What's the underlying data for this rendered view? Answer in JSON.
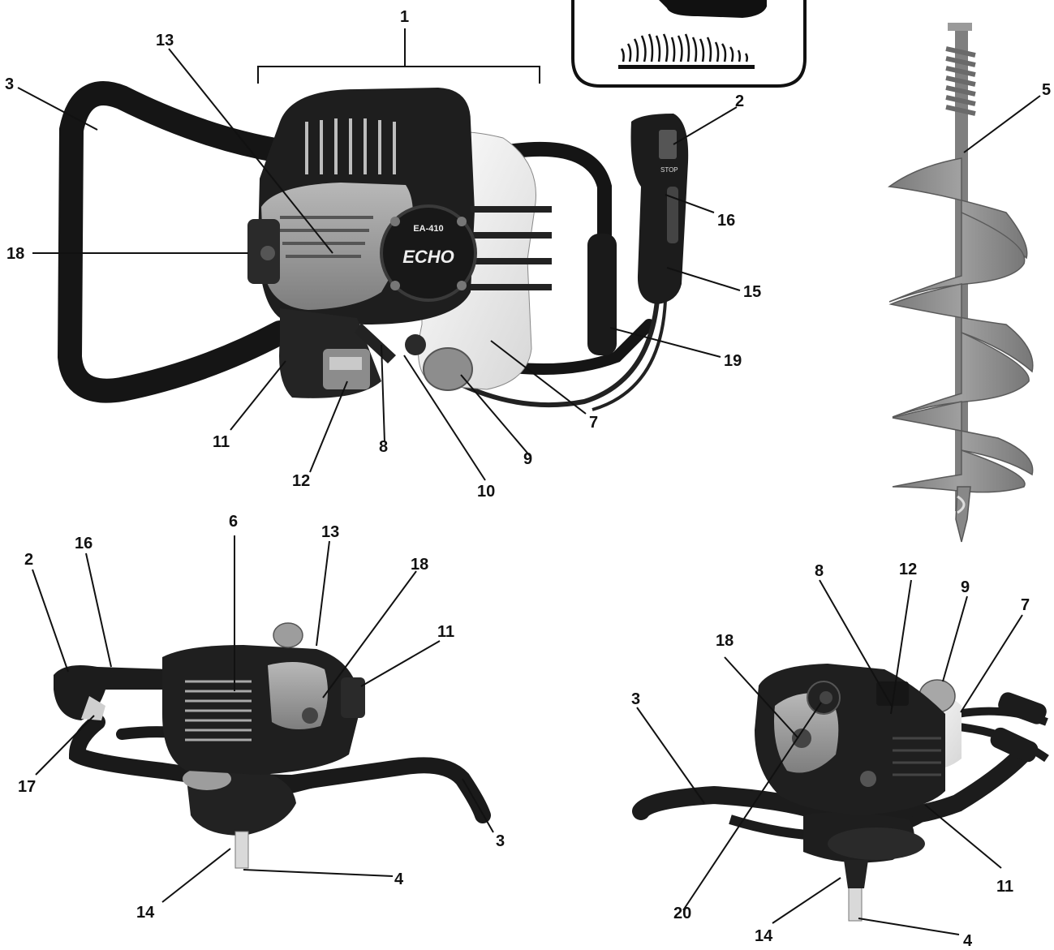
{
  "figure": {
    "brand_badge": "ECHO",
    "model_badge": "EA-410",
    "switch_label": "STOP",
    "callouts": {
      "c1": "1",
      "c2": "2",
      "c3": "3",
      "c4": "4",
      "c5": "5",
      "c6": "6",
      "c7": "7",
      "c8": "8",
      "c9": "9",
      "c10": "10",
      "c11": "11",
      "c12": "12",
      "c13": "13",
      "c14": "14",
      "c15": "15",
      "c16": "16",
      "c17": "17",
      "c18": "18",
      "c19": "19",
      "c20": "20"
    }
  },
  "colors": {
    "ink": "#111111",
    "engine_dark": "#1e1e1e",
    "cover_gray": "#9c9c9c",
    "tank_white": "#f2f2f2",
    "auger_gray": "#8a8a8a",
    "handle_black": "#151515"
  }
}
